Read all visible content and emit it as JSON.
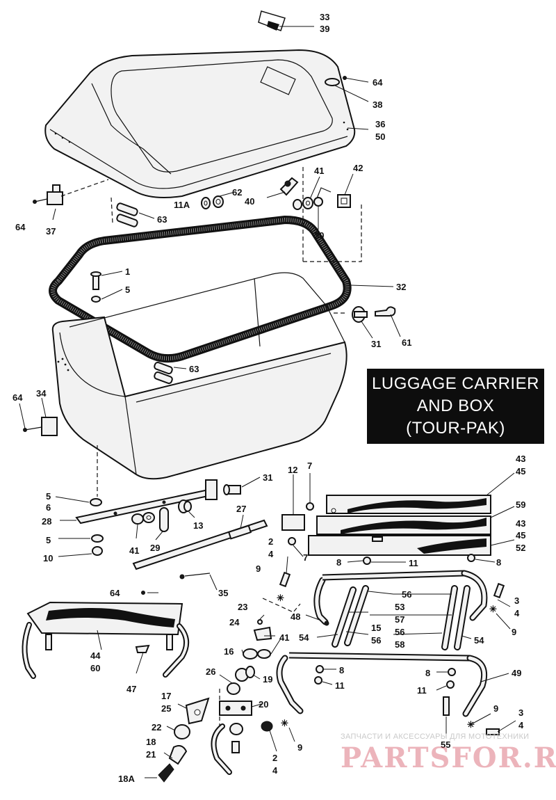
{
  "title": {
    "line1": "LUGGAGE CARRIER",
    "line2": "AND BOX",
    "line3": "(TOUR-PAK)"
  },
  "watermark": {
    "caption": "ЗАПЧАСТИ И АКСЕССУАРЫ ДЛЯ МОТОТЕХНИКИ",
    "logo": "PARTSFOR.RU"
  },
  "callouts": {
    "c33_39": [
      "33",
      "39"
    ],
    "c64a": "64",
    "c38": "38",
    "c36_50": [
      "36",
      "50"
    ],
    "c41a": "41",
    "c42": "42",
    "c11A": "11A",
    "c62": "62",
    "c40": "40",
    "c64b": "64",
    "c37": "37",
    "c63a": "63",
    "c30": "30",
    "c1": "1",
    "c5a": "5",
    "c32": "32",
    "c31a": "31",
    "c61": "61",
    "c63b": "63",
    "c64c": "64",
    "c34": "34",
    "c43_45a": [
      "43",
      "45"
    ],
    "c5_6": [
      "5",
      "6"
    ],
    "c28": "28",
    "c31b": "31",
    "c12": "12",
    "c7a": "7",
    "c59": "59",
    "c27": "27",
    "c13": "13",
    "c41b": "41",
    "c29": "29",
    "c5b": "5",
    "c10": "10",
    "c2_4a": [
      "2",
      "4"
    ],
    "c7b": "7",
    "c43_45_52": [
      "43",
      "45",
      "52"
    ],
    "c8a": "8",
    "c11a": "11",
    "c8b": "8",
    "c9a": "9",
    "c35": "35",
    "c64d": "64",
    "c56a": "56",
    "c3_4a": [
      "3",
      "4"
    ],
    "c53_57": [
      "53",
      "57"
    ],
    "c9b": "9",
    "c23": "23",
    "c48": "48",
    "c15_56": [
      "15",
      "56"
    ],
    "c56_58": [
      "56",
      "58"
    ],
    "c24": "24",
    "c54a": "54",
    "c54b": "54",
    "c41c": "41",
    "c44_60": [
      "44",
      "60"
    ],
    "c16": "16",
    "c8c": "8",
    "c8d": "8",
    "c49": "49",
    "c26": "26",
    "c19": "19",
    "c11b": "11",
    "c11c": "11",
    "c47": "47",
    "c17_25": [
      "17",
      "25"
    ],
    "c20": "20",
    "c9c": "9",
    "c3_4b": [
      "3",
      "4"
    ],
    "c22": "22",
    "c9d": "9",
    "c18_21": [
      "18",
      "21"
    ],
    "c2_4b": [
      "2",
      "4"
    ],
    "c55": "55",
    "c18A": "18A"
  }
}
